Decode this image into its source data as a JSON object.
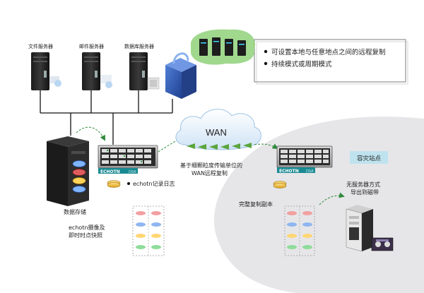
{
  "servers": {
    "file": "文件服务器",
    "mail": "邮件服务器",
    "database": "数据库服务器"
  },
  "info_box": {
    "items": [
      "可设置本地与任意地点之间的远程复制",
      "持续模式或周期模式"
    ]
  },
  "wan": {
    "label": "WAN",
    "caption_line1": "基于细颗粒度传输单位的",
    "caption_line2": "WAN远程复制"
  },
  "left": {
    "storage_label": "数据存储",
    "log_label": "echotn记录日志",
    "snapshot_line1": "echotn摄像及",
    "snapshot_line2": "即时时点快照",
    "appliance_brand": "ECHOTN",
    "appliance_model": "DSA"
  },
  "right": {
    "site_label": "容灾站点",
    "replica_label": "完整复制副本",
    "tape_line1": "无服务器方式",
    "tape_line2": "导出到磁带",
    "appliance_brand": "ECHOTN",
    "appliance_model": "DSA"
  },
  "colors": {
    "accent_cyan": "#18c0e8",
    "drive_green": "#2ca34a",
    "arrow_green": "#5aa53c",
    "dr_site_bg": "#e8e8ea",
    "brand_teal": "#1a8a92"
  }
}
